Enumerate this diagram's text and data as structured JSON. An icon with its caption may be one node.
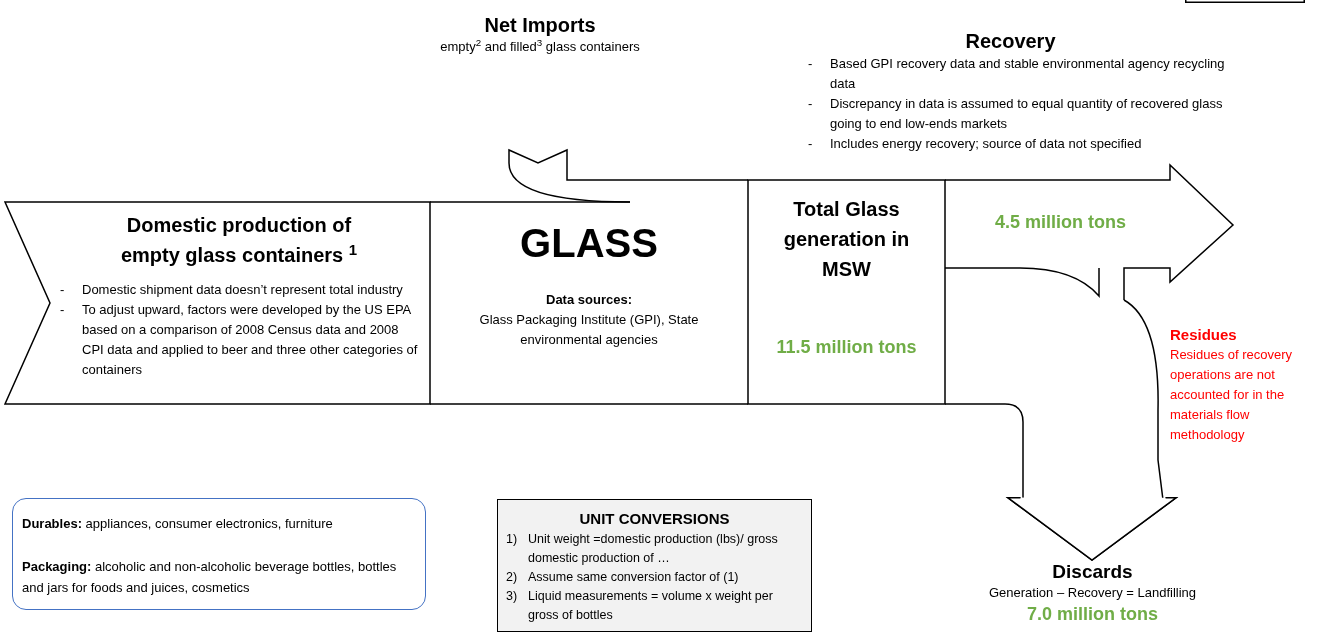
{
  "diagram": {
    "nodes": [
      {
        "text": [
          "Net Imports",
          "empty$^{2}$ and filled$^{3}$ glass containers"
        ]
      },
      {
        "text": [
          "Domestic production of empty glass containers $^{1}$",
          "-",
          "Domestic shipment data doesn’t represent total industry",
          "-",
          "To adjust upward, factors were developed by the US EPA based on a comparison of 2008 Census data and 2008 CPI data and applied to beer and three other categories of containers"
        ]
      },
      {
        "text": [
          "GLASS",
          "Data sources:",
          "Glass Packaging Institute (GPI), State environmental agencies"
        ]
      },
      {
        "text": [
          "Total Glass generation in MSW",
          "11.5 million tons"
        ]
      },
      {
        "text": [
          "Recovery",
          "-",
          "Based GPI recovery data and stable environmental agency recycling data",
          "-",
          "Discrepancy in data is assumed to equal quantity of recovered glass going to end low-ends markets",
          "-",
          "Includes energy recovery; source of data not specified"
        ]
      },
      {
        "text": [
          "4.5 million tons"
        ]
      },
      {
        "text": [
          "Residues",
          "Residues of recovery operations are not accounted for in the materials flow methodology"
        ]
      },
      {
        "text": [
          "Discards",
          "Generation – Recovery = Landfilling",
          "7.0 million tons"
        ]
      },
      {
        "text": [
          "**Durables:** appliances, consumer electronics, furniture",
          "**Packaging:** alcoholic and non-alcoholic beverage bottles, bottles and jars for foods and juices, cosmetics"
        ]
      },
      {
        "text": [
          "UNIT CONVERSIONS",
          "1)",
          "Unit weight =domestic production (lbs)/ gross domestic production of …",
          "2)",
          "Assume same conversion factor of (1)",
          "3)",
          "Liquid measurements = volume x weight per gross of bottles"
        ]
      },
      {
        "text": [],
        "shape": "box"
      }
    ],
    "edges": [
      {
        "from": 0,
        "to": 2,
        "arrow": "none"
      },
      {
        "from": 3,
        "to": 7,
        "arrow": "to"
      },
      {
        "from": 5,
        "to": 7,
        "arrow": "to"
      }
    ]
  }
}
